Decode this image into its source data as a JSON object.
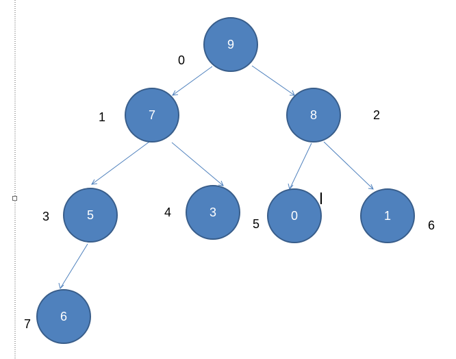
{
  "tree": {
    "nodes": [
      {
        "id": "n0",
        "value": "9",
        "index_label": "0"
      },
      {
        "id": "n1",
        "value": "7",
        "index_label": "1"
      },
      {
        "id": "n2",
        "value": "8",
        "index_label": "2"
      },
      {
        "id": "n3",
        "value": "5",
        "index_label": "3"
      },
      {
        "id": "n4",
        "value": "3",
        "index_label": "4"
      },
      {
        "id": "n5",
        "value": "0",
        "index_label": "5"
      },
      {
        "id": "n6",
        "value": "1",
        "index_label": "6"
      },
      {
        "id": "n7",
        "value": "6",
        "index_label": "7"
      }
    ],
    "edges": [
      {
        "from": "n0",
        "to": "n1"
      },
      {
        "from": "n0",
        "to": "n2"
      },
      {
        "from": "n1",
        "to": "n3"
      },
      {
        "from": "n1",
        "to": "n4"
      },
      {
        "from": "n2",
        "to": "n5"
      },
      {
        "from": "n2",
        "to": "n6"
      },
      {
        "from": "n3",
        "to": "n7"
      }
    ]
  },
  "colors": {
    "node_fill": "#4f81bd",
    "node_stroke": "#385d8a",
    "edge": "#4f81bd"
  }
}
